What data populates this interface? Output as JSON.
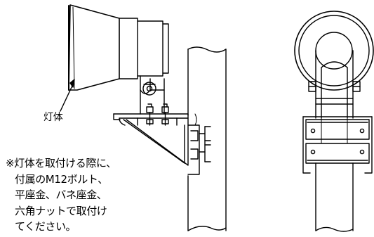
{
  "labels": {
    "lamp_body": "灯体"
  },
  "note": {
    "lines": [
      "※灯体を取付ける際に、",
      "付属のM12ボルト、",
      "平座金、バネ座金、",
      "六角ナットで取付け",
      "てください。"
    ]
  },
  "colors": {
    "line": "#000000",
    "background": "#ffffff"
  }
}
